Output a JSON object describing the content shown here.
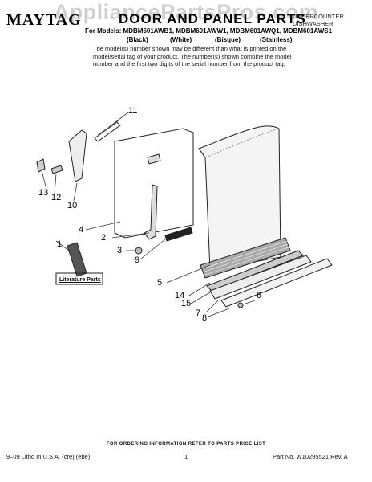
{
  "watermark": "AppliancePartsPros.com",
  "header": {
    "brand": "MAYTAG",
    "title": "DOOR AND PANEL PARTS",
    "product_line1": "UNDERCOUNTER",
    "product_line2": "DISHWASHER",
    "models": "For Models: MDBM601AWB1, MDBM601AWW1, MDBM601AWQ1, MDBM601AWS1",
    "colors": [
      "(Black)",
      "(White)",
      "(Bisque)",
      "(Stainless)"
    ]
  },
  "notice": "The model(s) number shown may be different than what is printed on the model/serial tag of your product. The number(s) shown combine the model number and the first two digits of the serial number from the product tag.",
  "callouts": [
    "1",
    "2",
    "3",
    "4",
    "5",
    "6",
    "7",
    "8",
    "9",
    "10",
    "11",
    "12",
    "13",
    "14",
    "15"
  ],
  "literature_label": "Literature Parts",
  "ordering_note": "FOR ORDERING INFORMATION REFER TO PARTS PRICE LIST",
  "footer": {
    "left": "9–09 Litho In U.S.A. (cre) (ebe)",
    "page": "1",
    "part_number": "Part No. W10295521 Rev. A"
  }
}
